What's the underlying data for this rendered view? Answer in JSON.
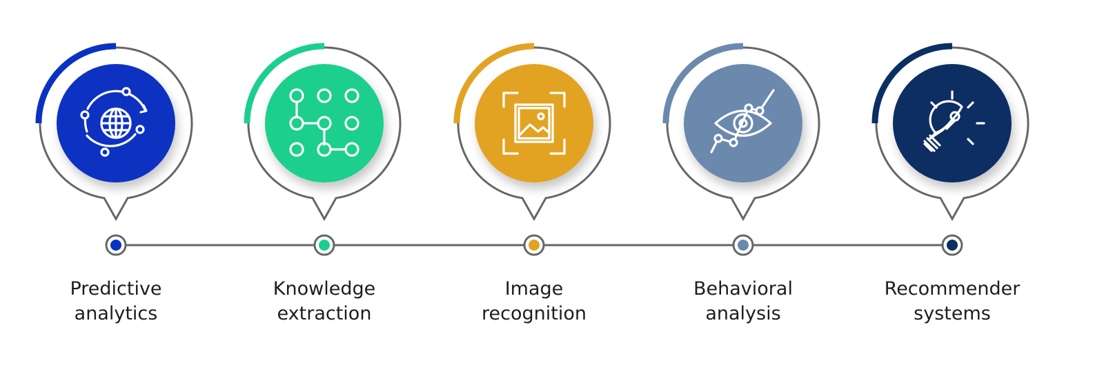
{
  "steps": [
    {
      "icon": "globe-cycle-icon",
      "color": "#0a32c2",
      "label_line1": "Predictive",
      "label_line2": "analytics"
    },
    {
      "icon": "node-grid-icon",
      "color": "#1ccf8d",
      "label_line1": "Knowledge",
      "label_line2": "extraction"
    },
    {
      "icon": "image-frame-icon",
      "color": "#e2a323",
      "label_line1": "Image",
      "label_line2": "recognition"
    },
    {
      "icon": "eye-graph-icon",
      "color": "#6a89ad",
      "label_line1": "Behavioral",
      "label_line2": "analysis"
    },
    {
      "icon": "lightbulb-icon",
      "color": "#0a2f63",
      "label_line1": "Recommender",
      "label_line2": "systems"
    }
  ],
  "colors": {
    "outline": "#666666",
    "timeline": "#666666",
    "icon_stroke": "#ffffff"
  }
}
